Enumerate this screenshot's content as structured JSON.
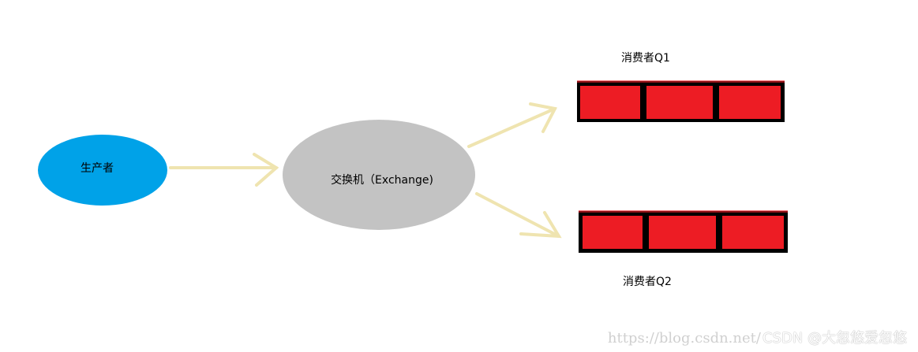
{
  "nodes": {
    "producer": {
      "label": "生产者"
    },
    "exchange": {
      "label": "交换机（Exchange)"
    },
    "queue1": {
      "label": "消费者Q1",
      "segments": 3
    },
    "queue2": {
      "label": "消费者Q2",
      "segments": 3
    }
  },
  "watermark": {
    "url": "https://blog.csdn.net/",
    "text": "CSDN @大忽悠爱忽悠"
  },
  "colors": {
    "producer": "#00a2e8",
    "exchange": "#c3c3c3",
    "queue_fill": "#ed1c24",
    "queue_border": "#000000",
    "arrow": "#efe4b0"
  }
}
